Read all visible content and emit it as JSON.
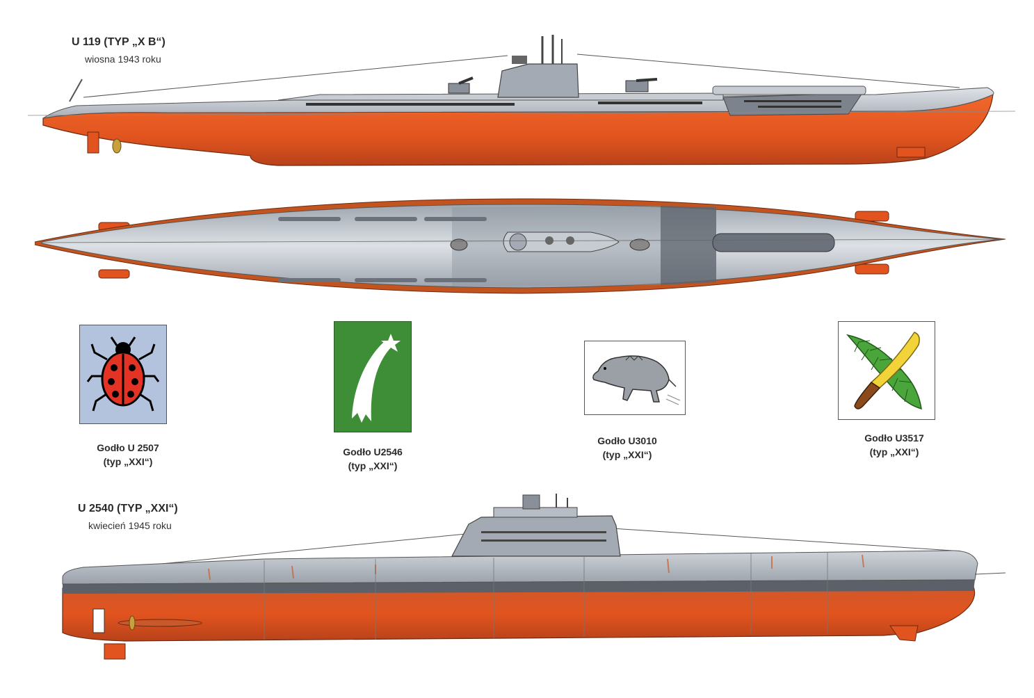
{
  "sub1": {
    "title": "U 119 (TYP „X B“)",
    "subtitle": "wiosna 1943 roku"
  },
  "sub2": {
    "title": "U 2540 (TYP „XXI“)",
    "subtitle": "kwiecień 1945 roku"
  },
  "emblems": [
    {
      "name": "Godło U 2507",
      "type": "(typ „XXI“)",
      "icon": "ladybug-icon"
    },
    {
      "name": "Godło U2546",
      "type": "(typ „XXI“)",
      "icon": "shooting-star-icon"
    },
    {
      "name": "Godło U3010",
      "type": "(typ „XXI“)",
      "icon": "boar-icon"
    },
    {
      "name": "Godło U3517",
      "type": "(typ „XXI“)",
      "icon": "machete-palm-icon"
    }
  ],
  "colors": {
    "hull_grey": "#b6bcc4",
    "deck_grey": "#9ea5ae",
    "antifouling_red": "#e2541f",
    "emblem_blue": "#b3c3dd",
    "emblem_green": "#3d8e36"
  }
}
